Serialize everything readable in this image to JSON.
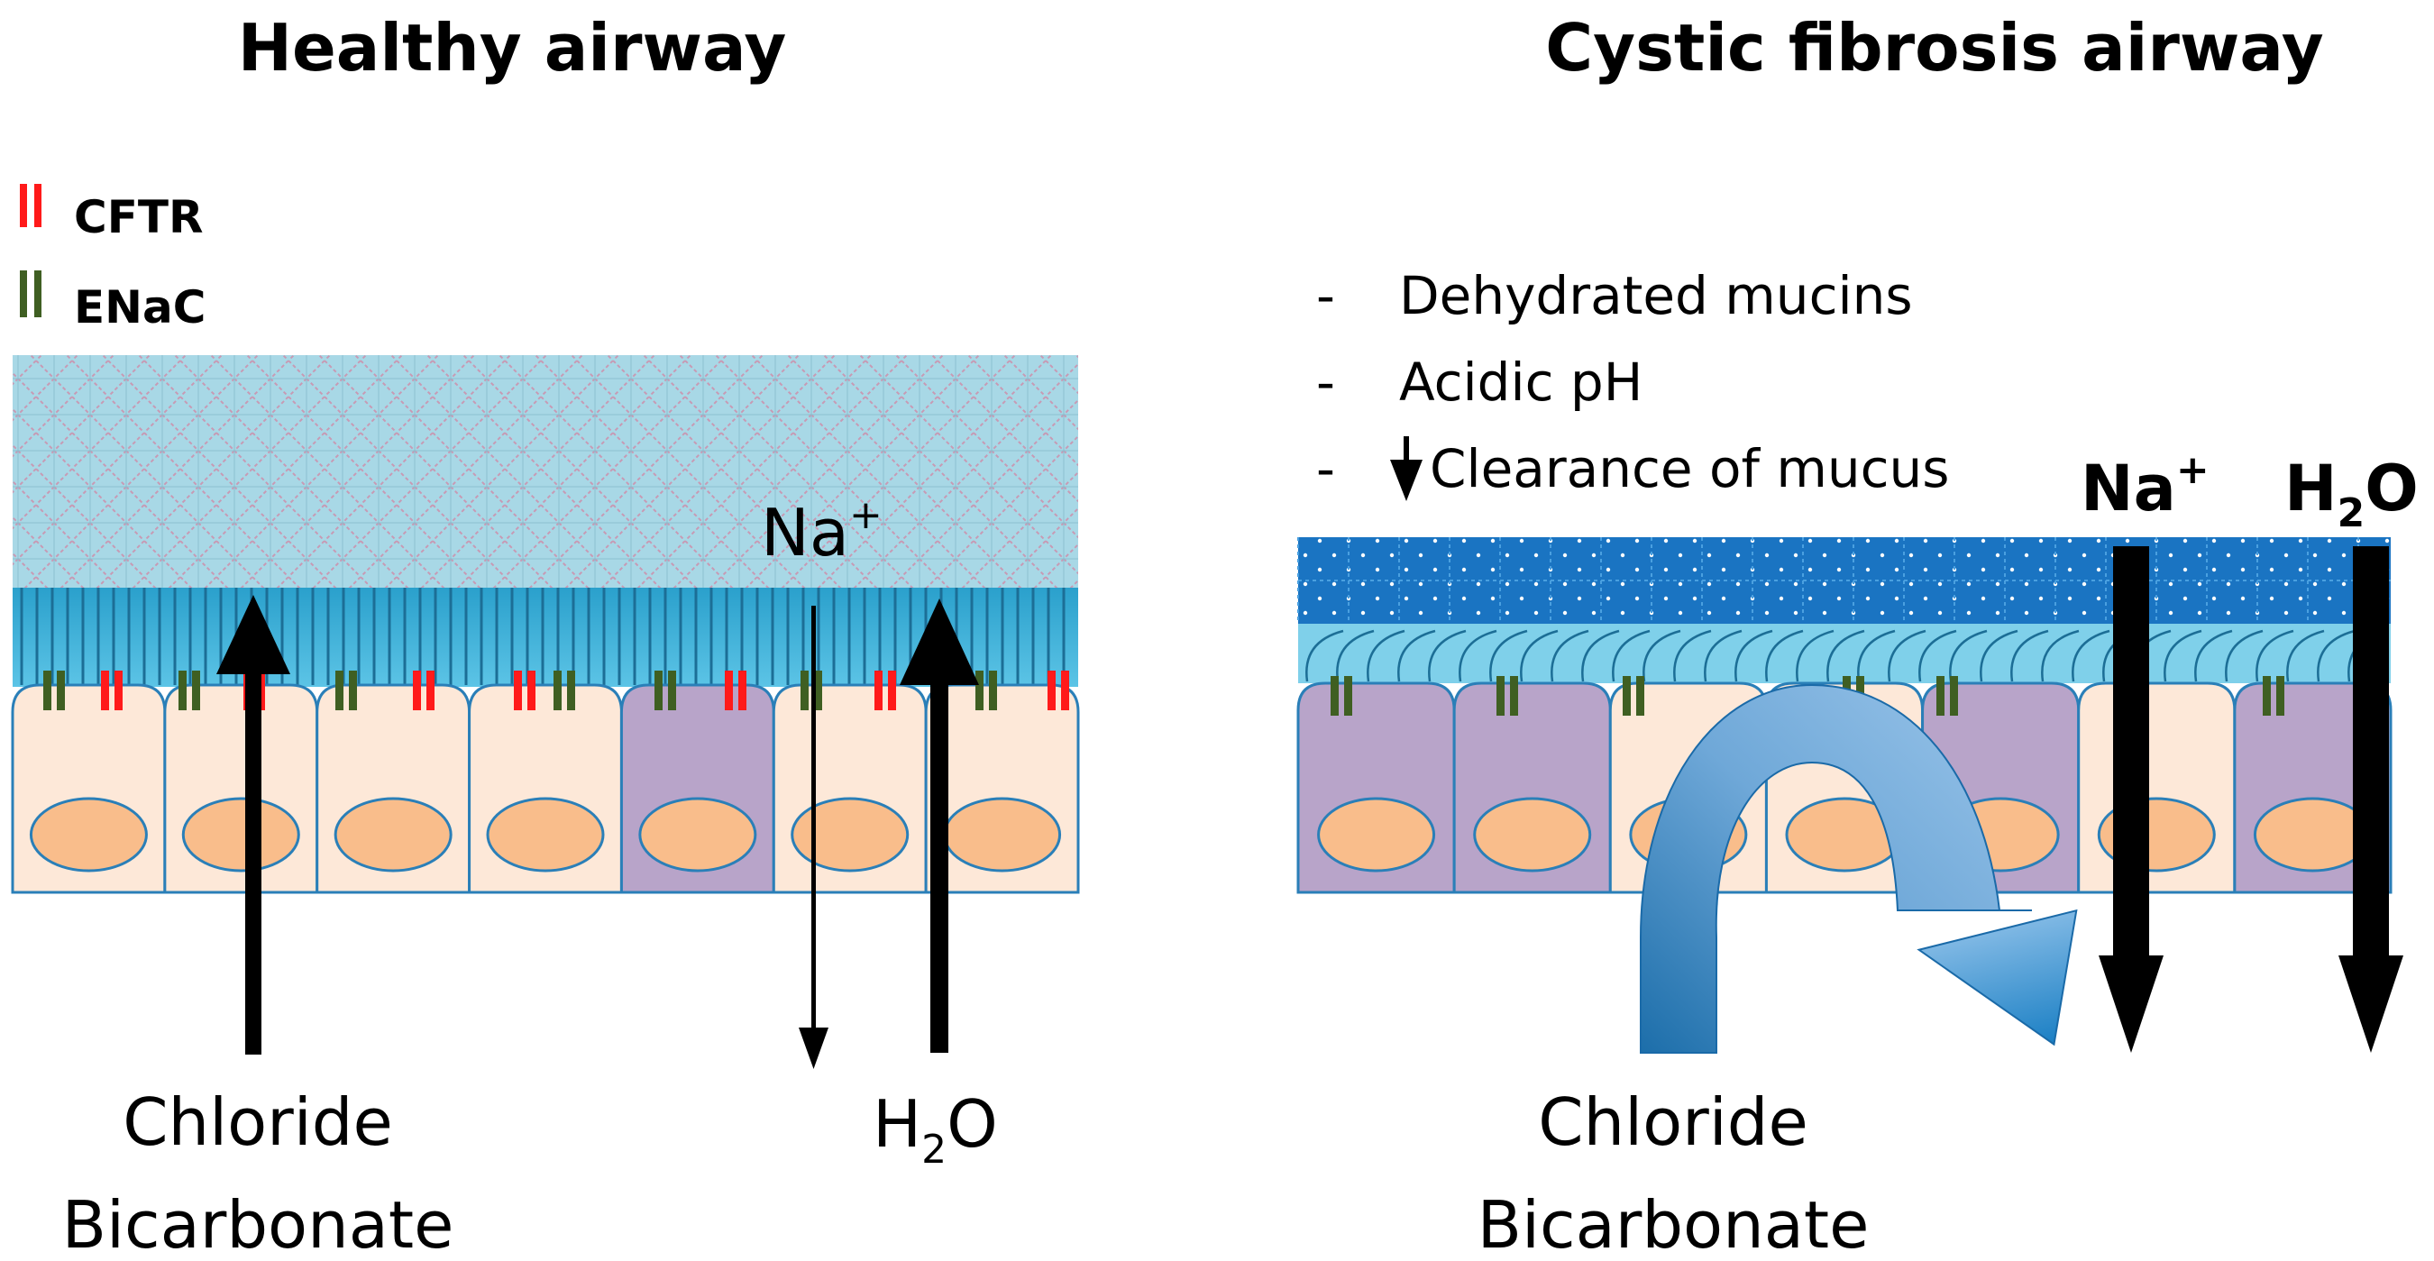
{
  "healthy": {
    "title": "Healthy airway",
    "legend": {
      "cftr": "CFTR",
      "enac": "ENaC"
    },
    "na_main": "Na",
    "na_sup": "+",
    "water_h": "H",
    "water_sub": "2",
    "water_o": "O",
    "bottom_line1": "Chloride",
    "bottom_line2": "Bicarbonate"
  },
  "cf": {
    "title": "Cystic fibrosis airway",
    "bullets": [
      "Dehydrated mucins",
      "Acidic pH",
      "Clearance of mucus"
    ],
    "bullet_dash": "-",
    "na_main": "Na",
    "na_sup": "+",
    "water_h": "H",
    "water_sub": "2",
    "water_o": "O",
    "bottom_line1": "Chloride",
    "bottom_line2": "Bicarbonate"
  },
  "colors": {
    "cftr": "#ff1a1a",
    "enac": "#3f5f22",
    "mucus": "#a8d8e6",
    "cilia": "#3fb1d8",
    "cell_light": "#fde8d8",
    "cell_purple": "#b8a4c9",
    "nucleus": "#f9bd8b",
    "cell_border": "#2a7fb8",
    "cf_mucus": "#1a74c2"
  }
}
